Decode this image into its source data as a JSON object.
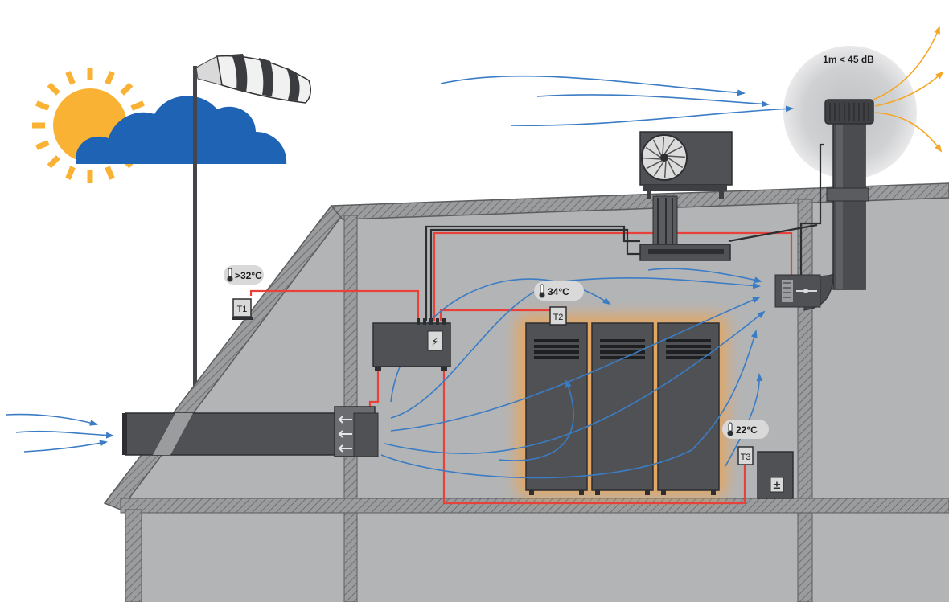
{
  "noise_zone": {
    "label": "1m < 45 dB"
  },
  "sensors": [
    {
      "id": "t1",
      "tag": "T1",
      "temperature": ">32°C"
    },
    {
      "id": "t2",
      "tag": "T2",
      "temperature": "34°C"
    },
    {
      "id": "t3",
      "tag": "T3",
      "temperature": "22°C"
    }
  ],
  "panels": {
    "control_box_symbol": "⚡",
    "power_box_symbol": "±"
  },
  "colors": {
    "sky_arrow": "#3b7cc4",
    "wire": "#e8413a",
    "exhaust_arrow": "#f5a623",
    "sun": "#f9b233",
    "cloud": "#1f63b4",
    "rack_glow": "#f2a24a",
    "wall": "#8f9193",
    "room": "#b3b4b6",
    "equipment": "#4f5154"
  },
  "icons": {
    "sun": "sun-icon",
    "cloud": "cloud-icon",
    "windsock": "windsock-icon",
    "fan": "fan-icon",
    "thermometer": "thermometer-icon"
  }
}
